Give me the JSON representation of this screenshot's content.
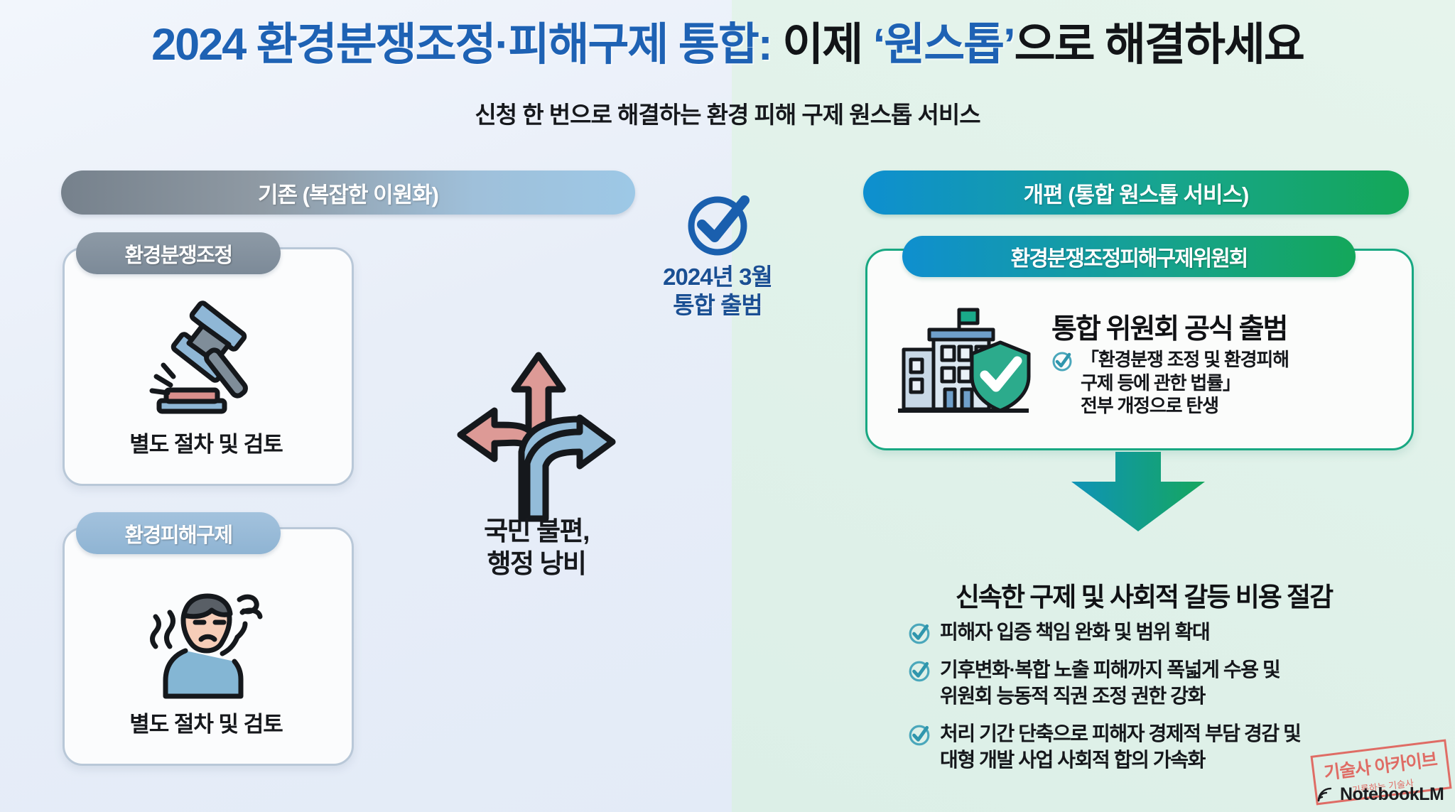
{
  "header": {
    "title_part1": "2024 환경분쟁조정·피해구제 통합:",
    "title_part2": "이제",
    "title_part3": "‘원스톱’",
    "title_part4": "으로 해결하세요",
    "subtitle": "신청 한 번으로 해결하는 환경 피해 구제 원스톱 서비스"
  },
  "left_panel": {
    "pill_label": "기존 (복잡한 이원화)",
    "cards": [
      {
        "tag": "환경분쟁조정",
        "caption": "별도 절차 및 검토",
        "icon": "gavel-icon"
      },
      {
        "tag": "환경피해구제",
        "caption": "별도 절차 및 검토",
        "icon": "frustrated-person-icon"
      }
    ]
  },
  "center": {
    "check_icon": "check-circle-icon",
    "launch_note_line1": "2024년 3월",
    "launch_note_line2": "통합 출범",
    "fork_icon": "three-way-arrow-icon",
    "fork_note_line1": "국민 불편,",
    "fork_note_line2": "행정 낭비"
  },
  "right_panel": {
    "pill_label": "개편 (통합 원스톱 서비스)",
    "committee": {
      "tag": "환경분쟁조정피해구제위원회",
      "icon": "government-building-shield-icon",
      "headline": "통합 위원회 공식 출범",
      "detail_line1": "「환경분쟁 조정 및 환경피해",
      "detail_line2": "구제 등에 관한 법률」",
      "detail_line3": "전부 개정으로 탄생"
    },
    "down_arrow_icon": "down-arrow-icon",
    "benefits_heading": "신속한 구제 및 사회적 갈등 비용 절감",
    "benefits": [
      {
        "line1": "피해자 입증 책임 완화 및 범위 확대",
        "line2": ""
      },
      {
        "line1": "기후변화·복합 노출 피해까지 폭넓게 수용 및",
        "line2": "위원회 능동적 직권 조정 권한 강화"
      },
      {
        "line1": "처리 기간 단축으로 피해자 경제적 부담 경감 및",
        "line2": "대형 개발 사업 사회적 합의 가속화"
      }
    ]
  },
  "watermarks": {
    "stamp_main": "기술사 아카이브",
    "stamp_sub": "기록하는 기술사",
    "notebooklm": "NotebookLM"
  },
  "colors": {
    "title_blue": "#1e62b4",
    "accent_teal": "#18a882",
    "accent_green": "#14a75a",
    "accent_blue": "#0f8fcf",
    "left_gray": "#7c8a98",
    "left_blue": "#8fb4d3",
    "stamp_red": "#e0564f"
  }
}
